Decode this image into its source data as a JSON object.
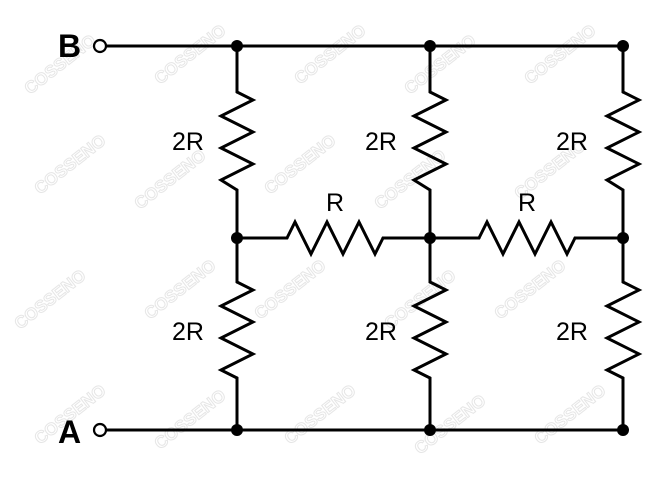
{
  "terminals": {
    "b": "B",
    "a": "A"
  },
  "resistors": {
    "top_left": "2R",
    "top_middle": "2R",
    "top_right": "2R",
    "horizontal_left": "R",
    "horizontal_right": "R",
    "bottom_left": "2R",
    "bottom_middle": "2R",
    "bottom_right": "2R"
  },
  "watermark": "COSSENO"
}
